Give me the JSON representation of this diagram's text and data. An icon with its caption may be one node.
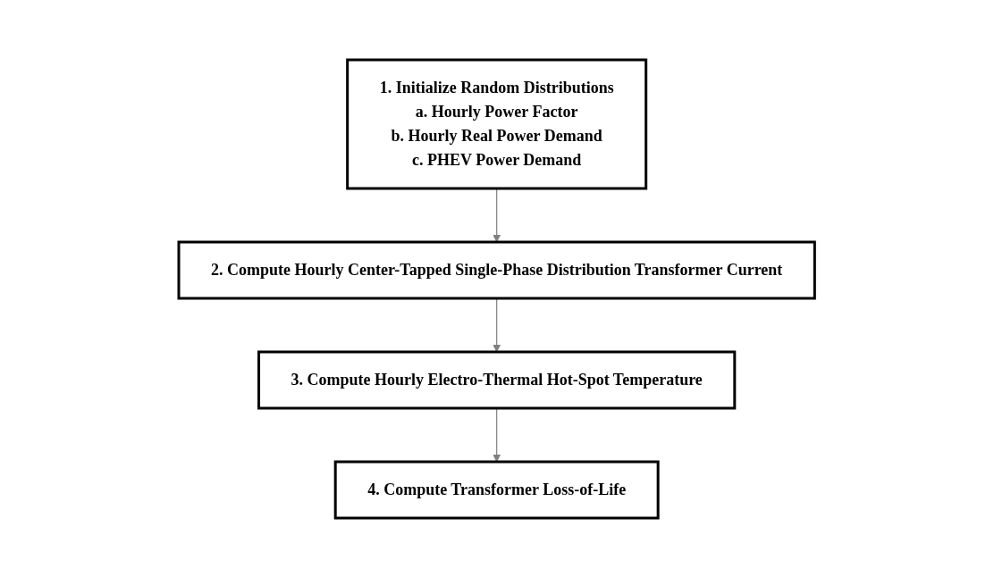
{
  "diagram": {
    "nodes": [
      {
        "text": [
          "1. Initialize Random Distributions",
          "a. Hourly Power Factor",
          "b. Hourly Real Power Demand",
          "c. PHEV Power Demand"
        ]
      },
      {
        "text": [
          "2. Compute Hourly Center-Tapped Single-Phase Distribution Transformer Current"
        ]
      },
      {
        "text": [
          "3. Compute Hourly Electro-Thermal Hot-Spot Temperature"
        ]
      },
      {
        "text": [
          "4. Compute Transformer Loss-of-Life"
        ]
      }
    ],
    "edges": [
      {
        "from": 0,
        "to": 1,
        "arrow": "to"
      },
      {
        "from": 1,
        "to": 2,
        "arrow": "to"
      },
      {
        "from": 2,
        "to": 3,
        "arrow": "to"
      }
    ]
  }
}
